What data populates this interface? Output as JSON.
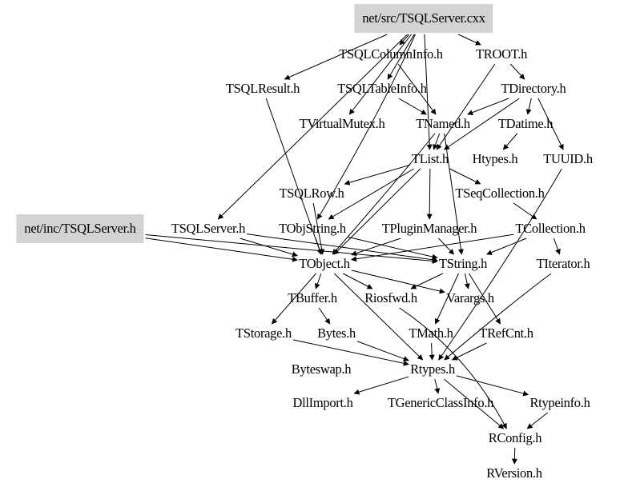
{
  "diagram": {
    "type": "include-dependency-graph",
    "highlight_color": "#d3d3d3",
    "nodes": [
      {
        "id": "src",
        "label": "net/src/TSQLServer.cxx",
        "highlighted": true
      },
      {
        "id": "colinfo",
        "label": "TSQLColumnInfo.h"
      },
      {
        "id": "troot",
        "label": "TROOT.h"
      },
      {
        "id": "result",
        "label": "TSQLResult.h"
      },
      {
        "id": "tableinfo",
        "label": "TSQLTableInfo.h"
      },
      {
        "id": "tdir",
        "label": "TDirectory.h"
      },
      {
        "id": "vmutex",
        "label": "TVirtualMutex.h"
      },
      {
        "id": "tnamed",
        "label": "TNamed.h"
      },
      {
        "id": "tdatime",
        "label": "TDatime.h"
      },
      {
        "id": "tlist",
        "label": "TList.h"
      },
      {
        "id": "htypes",
        "label": "Htypes.h"
      },
      {
        "id": "tuuid",
        "label": "TUUID.h"
      },
      {
        "id": "sqlrow",
        "label": "TSQLRow.h"
      },
      {
        "id": "seqcoll",
        "label": "TSeqCollection.h"
      },
      {
        "id": "inc",
        "label": "net/inc/TSQLServer.h",
        "highlighted": true
      },
      {
        "id": "sqlserver",
        "label": "TSQLServer.h"
      },
      {
        "id": "objstring",
        "label": "TObjString.h"
      },
      {
        "id": "plugin",
        "label": "TPluginManager.h"
      },
      {
        "id": "tcoll",
        "label": "TCollection.h"
      },
      {
        "id": "tobject",
        "label": "TObject.h"
      },
      {
        "id": "tstring",
        "label": "TString.h"
      },
      {
        "id": "titer",
        "label": "TIterator.h"
      },
      {
        "id": "tbuffer",
        "label": "TBuffer.h"
      },
      {
        "id": "riosfwd",
        "label": "Riosfwd.h"
      },
      {
        "id": "varargs",
        "label": "Varargs.h"
      },
      {
        "id": "tstorage",
        "label": "TStorage.h"
      },
      {
        "id": "bytes",
        "label": "Bytes.h"
      },
      {
        "id": "tmath",
        "label": "TMath.h"
      },
      {
        "id": "trefcnt",
        "label": "TRefCnt.h"
      },
      {
        "id": "byteswap",
        "label": "Byteswap.h"
      },
      {
        "id": "rtypes",
        "label": "Rtypes.h"
      },
      {
        "id": "dllimport",
        "label": "DllImport.h"
      },
      {
        "id": "genclass",
        "label": "TGenericClassInfo.h"
      },
      {
        "id": "rtypeinfo",
        "label": "Rtypeinfo.h"
      },
      {
        "id": "rconfig",
        "label": "RConfig.h"
      },
      {
        "id": "rversion",
        "label": "RVersion.h"
      }
    ],
    "edges": [
      [
        "src",
        "colinfo"
      ],
      [
        "src",
        "troot"
      ],
      [
        "src",
        "result"
      ],
      [
        "src",
        "tableinfo"
      ],
      [
        "src",
        "vmutex"
      ],
      [
        "src",
        "sqlserver"
      ],
      [
        "src",
        "tlist"
      ],
      [
        "src",
        "objstring"
      ],
      [
        "colinfo",
        "tnamed"
      ],
      [
        "tableinfo",
        "tnamed"
      ],
      [
        "troot",
        "tdir"
      ],
      [
        "troot",
        "tlist"
      ],
      [
        "tdir",
        "tnamed"
      ],
      [
        "tdir",
        "tdatime"
      ],
      [
        "tdir",
        "tuuid"
      ],
      [
        "tdir",
        "tlist"
      ],
      [
        "tnamed",
        "tlist"
      ],
      [
        "tnamed",
        "tstring"
      ],
      [
        "tnamed",
        "tobject"
      ],
      [
        "tdatime",
        "htypes"
      ],
      [
        "tlist",
        "seqcoll"
      ],
      [
        "tlist",
        "sqlrow"
      ],
      [
        "tlist",
        "objstring"
      ],
      [
        "tlist",
        "plugin"
      ],
      [
        "tlist",
        "tobject"
      ],
      [
        "tuuid",
        "rtypes"
      ],
      [
        "result",
        "tobject"
      ],
      [
        "sqlrow",
        "tobject"
      ],
      [
        "seqcoll",
        "tcoll"
      ],
      [
        "tcoll",
        "tobject"
      ],
      [
        "tcoll",
        "titer"
      ],
      [
        "tcoll",
        "tstring"
      ],
      [
        "inc",
        "tobject"
      ],
      [
        "inc",
        "tstring"
      ],
      [
        "sqlserver",
        "tobject"
      ],
      [
        "sqlserver",
        "tstring"
      ],
      [
        "objstring",
        "tobject"
      ],
      [
        "objstring",
        "tstring"
      ],
      [
        "plugin",
        "tobject"
      ],
      [
        "plugin",
        "tstring"
      ],
      [
        "tobject",
        "tbuffer"
      ],
      [
        "tobject",
        "riosfwd"
      ],
      [
        "tobject",
        "varargs"
      ],
      [
        "tobject",
        "tstorage"
      ],
      [
        "tobject",
        "rtypes"
      ],
      [
        "tstring",
        "riosfwd"
      ],
      [
        "tstring",
        "varargs"
      ],
      [
        "tstring",
        "tmath"
      ],
      [
        "tstring",
        "trefcnt"
      ],
      [
        "titer",
        "rtypes"
      ],
      [
        "tbuffer",
        "bytes"
      ],
      [
        "bytes",
        "rtypes"
      ],
      [
        "tstorage",
        "rtypes"
      ],
      [
        "tmath",
        "rtypes"
      ],
      [
        "trefcnt",
        "rtypes"
      ],
      [
        "riosfwd",
        "rconfig"
      ],
      [
        "rtypes",
        "dllimport"
      ],
      [
        "rtypes",
        "genclass"
      ],
      [
        "rtypes",
        "rtypeinfo"
      ],
      [
        "rtypes",
        "rconfig"
      ],
      [
        "rtypeinfo",
        "rconfig"
      ],
      [
        "rconfig",
        "rversion"
      ]
    ]
  }
}
